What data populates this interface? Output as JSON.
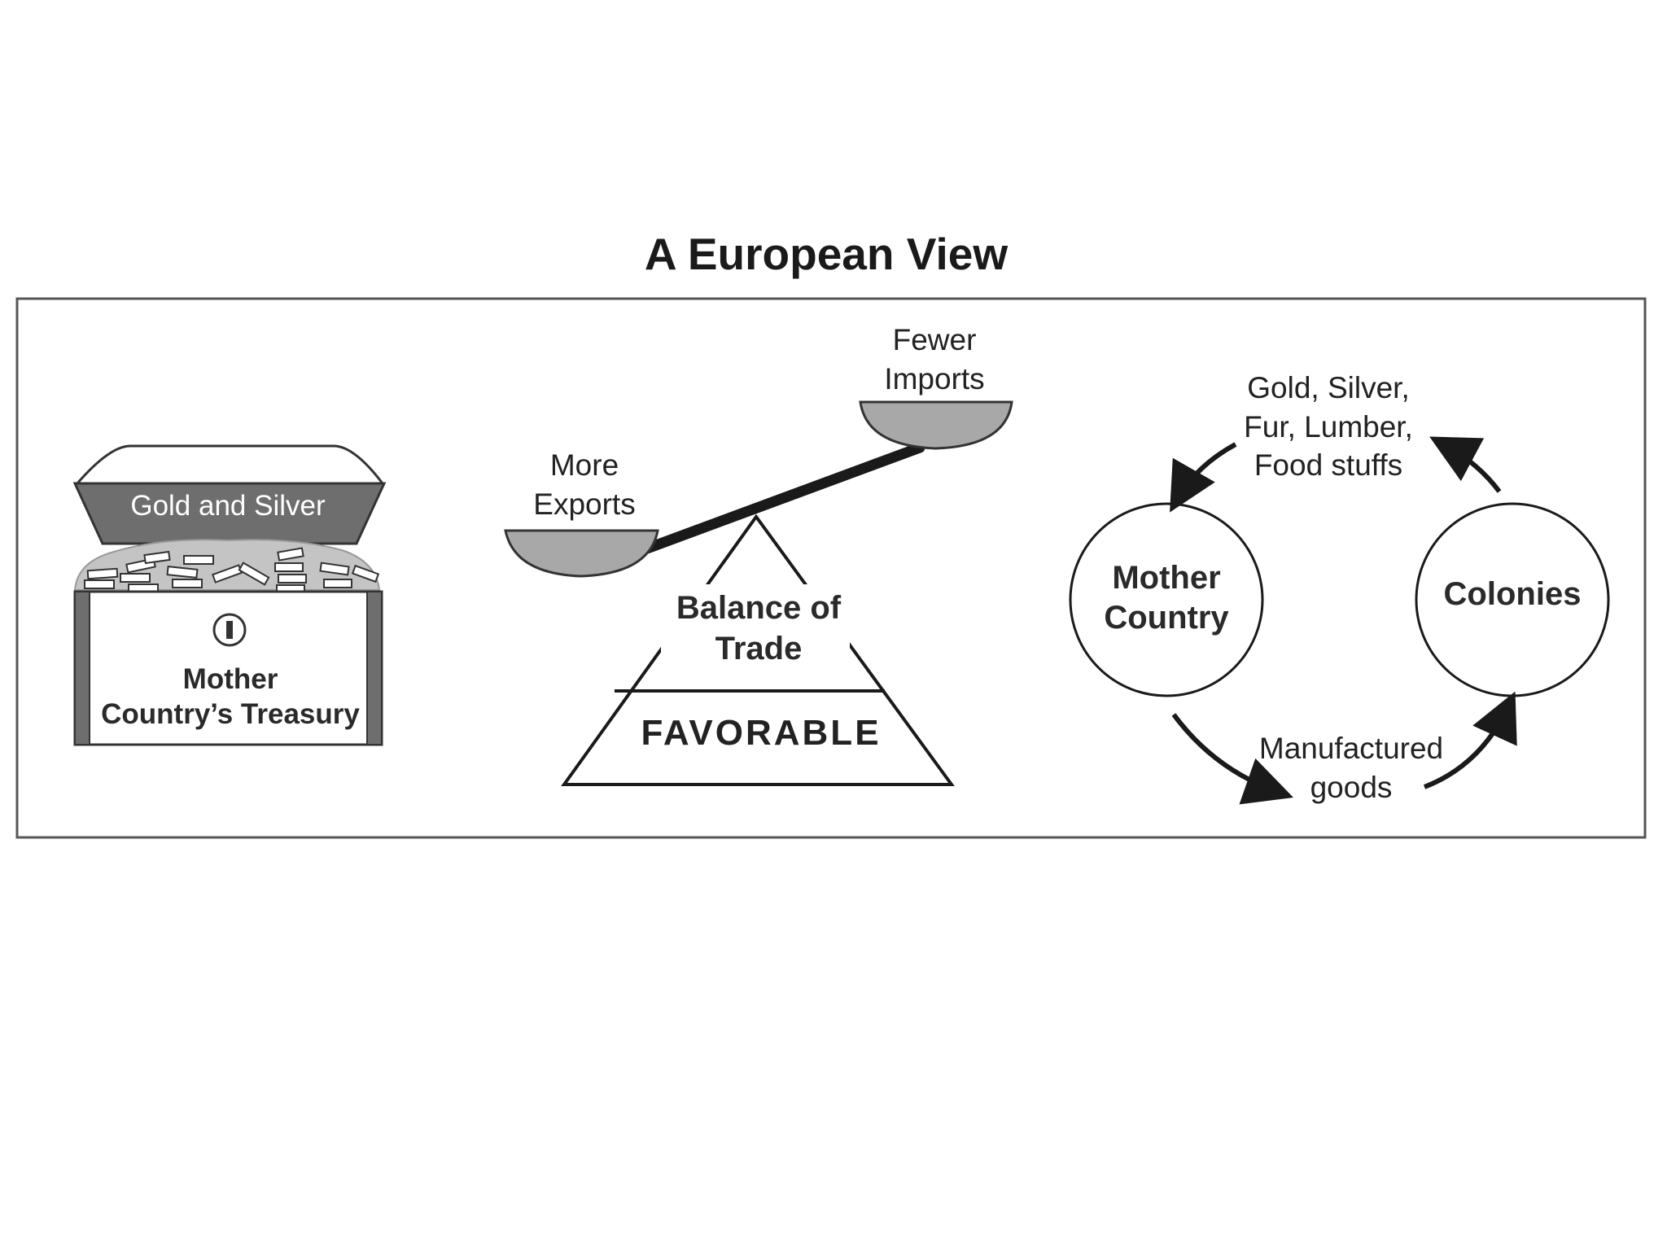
{
  "title": "A European View",
  "treasury": {
    "chest_label": "Gold and Silver",
    "caption_line1": "Mother",
    "caption_line2": "Country’s Treasury"
  },
  "balance": {
    "left_pan_line1": "More",
    "left_pan_line2": "Exports",
    "right_pan_line1": "Fewer",
    "right_pan_line2": "Imports",
    "fulcrum_line1": "Balance of",
    "fulcrum_line2": "Trade",
    "base_label": "FAVORABLE"
  },
  "trade_cycle": {
    "mother_line1": "Mother",
    "mother_line2": "Country",
    "colonies": "Colonies",
    "raw_line1": "Gold, Silver,",
    "raw_line2": "Fur, Lumber,",
    "raw_line3": "Food stuffs",
    "goods_line1": "Manufactured",
    "goods_line2": "goods"
  },
  "colors": {
    "ink": "#1a1a1a",
    "metal_gray": "#6e6e6e",
    "pan_gray": "#a8a8a8",
    "pile_gray": "#c4c4c4"
  }
}
